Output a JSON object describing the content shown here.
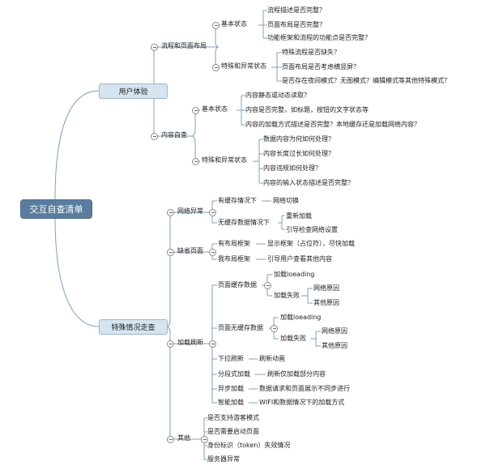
{
  "colors": {
    "root_fill": "#5a7d9f",
    "main_fill": "#d6e4f0",
    "edge": "#7fa0bd"
  },
  "root": "交互自查清单",
  "branches": {
    "ux": {
      "label": "用户体验",
      "flow": {
        "label": "流程和页面布局",
        "basic": {
          "label": "基本状态",
          "items": [
            "流程描述是否完整？",
            "页面布局是否完整？",
            "功能框架和流程的功能点是否完整？"
          ]
        },
        "special": {
          "label": "特殊和异常状态",
          "items": [
            "特殊流程是否缺失？",
            "页面布局是否考虑横竖屏？",
            "是否存在夜间模式？无图模式？编辑模式等其他特殊模式？"
          ]
        }
      },
      "content": {
        "label": "内容自查",
        "basic": {
          "label": "基本状态",
          "items": [
            "内容静态或动态读取？",
            "内容是否完整，如标题，按钮的文字状态等",
            "内容的加载方式描述是否完整？本地缓存还是加载网络内容？"
          ]
        },
        "special": {
          "label": "特殊和异常状态",
          "items": [
            "数据内容为何如何处理？",
            "内容长度过长如何处理？",
            "内容违规如何处理？",
            "内容的输入状态描述是否完整？"
          ]
        }
      }
    },
    "special": {
      "label": "特殊情况走查",
      "network": {
        "label": "网络异常",
        "cached": {
          "label": "有缓存情况下",
          "action": "网络切换"
        },
        "uncached": {
          "label": "无缓存数据情况下",
          "items": [
            "重新加载",
            "引导检查网络设置"
          ]
        }
      },
      "missing": {
        "label": "缺省页面",
        "layout": {
          "label": "有布局框架",
          "action": "显示框架（占位符），尽快加载"
        },
        "nolayout": {
          "label": "我布局框架",
          "action": "引导用户查看其他内容"
        }
      },
      "refresh": {
        "label": "加载刷新",
        "cached_page": {
          "label": "页面缓存数据",
          "loading": "加载loeading",
          "fail": {
            "label": "加载失败",
            "items": [
              "网络原因",
              "其他原因"
            ]
          }
        },
        "uncached_page": {
          "label": "页面无缓存数据",
          "loading": "加载loeading",
          "fail": {
            "label": "加载失败",
            "items": [
              "网络原因",
              "其他原因"
            ]
          }
        },
        "pull": {
          "label": "下拉刷新",
          "action": "刷新动画"
        },
        "segment": {
          "label": "分段式加载",
          "action": "刷新仅加载部分内容"
        },
        "async": {
          "label": "异步加载",
          "action": "数据请求和页面展示不同步进行"
        },
        "smart": {
          "label": "智能加载",
          "action": "WIFI和数据情况下的加载方式"
        }
      },
      "other": {
        "label": "其他",
        "items": [
          "是否支持游客模式",
          "是否需要启动页面",
          "身份标识（token）失效情况",
          "服务器异常"
        ]
      }
    }
  }
}
